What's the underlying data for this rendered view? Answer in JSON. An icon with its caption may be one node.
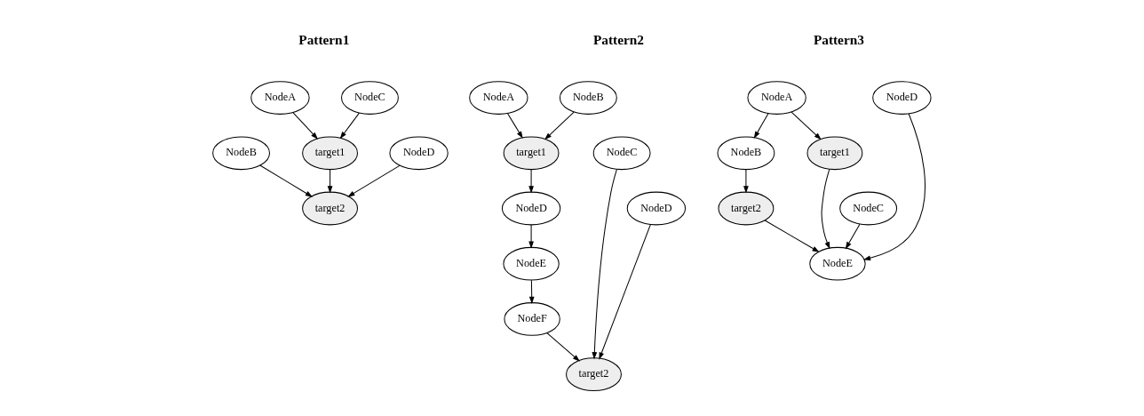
{
  "diagram": {
    "nodes": [
      {
        "text": [
          "NodeA"
        ]
      },
      {
        "text": [
          "NodeB"
        ]
      },
      {
        "text": [
          "target1"
        ]
      },
      {
        "text": [
          "target2"
        ]
      },
      {
        "text": [
          "NodeC"
        ]
      },
      {
        "text": [
          "NodeD"
        ]
      },
      {
        "text": [
          "NodeA"
        ]
      },
      {
        "text": [
          "NodeB"
        ]
      },
      {
        "text": [
          "target1"
        ]
      },
      {
        "text": [
          "NodeD"
        ]
      },
      {
        "text": [
          "NodeE"
        ]
      },
      {
        "text": [
          "NodeF"
        ]
      },
      {
        "text": [
          "target2"
        ]
      },
      {
        "text": [
          "NodeC"
        ]
      },
      {
        "text": [
          "NodeD"
        ]
      },
      {
        "text": [
          "NodeA"
        ]
      },
      {
        "text": [
          "NodeB"
        ]
      },
      {
        "text": [
          "target1"
        ]
      },
      {
        "text": [
          "target2"
        ]
      },
      {
        "text": [
          "NodeE"
        ]
      },
      {
        "text": [
          "NodeC"
        ]
      },
      {
        "text": [
          "NodeD"
        ]
      }
    ],
    "edges": [
      {
        "from": 0,
        "to": 2,
        "arrow": "to"
      },
      {
        "from": 1,
        "to": 3,
        "arrow": "to"
      },
      {
        "from": 2,
        "to": 3,
        "arrow": "to"
      },
      {
        "from": 4,
        "to": 2,
        "arrow": "to"
      },
      {
        "from": 5,
        "to": 3,
        "arrow": "to"
      },
      {
        "from": 6,
        "to": 8,
        "arrow": "to"
      },
      {
        "from": 7,
        "to": 8,
        "arrow": "to"
      },
      {
        "from": 8,
        "to": 9,
        "arrow": "to"
      },
      {
        "from": 9,
        "to": 10,
        "arrow": "to"
      },
      {
        "from": 10,
        "to": 11,
        "arrow": "to"
      },
      {
        "from": 11,
        "to": 12,
        "arrow": "to"
      },
      {
        "from": 13,
        "to": 12,
        "arrow": "to"
      },
      {
        "from": 14,
        "to": 12,
        "arrow": "to"
      },
      {
        "from": 15,
        "to": 16,
        "arrow": "to"
      },
      {
        "from": 15,
        "to": 17,
        "arrow": "to"
      },
      {
        "from": 16,
        "to": 18,
        "arrow": "to"
      },
      {
        "from": 17,
        "to": 19,
        "arrow": "to"
      },
      {
        "from": 18,
        "to": 19,
        "arrow": "to"
      },
      {
        "from": 20,
        "to": 19,
        "arrow": "to"
      },
      {
        "from": 21,
        "to": 19,
        "arrow": "to"
      }
    ],
    "labels": [
      "Pattern1",
      "Pattern2",
      "Pattern3"
    ]
  }
}
